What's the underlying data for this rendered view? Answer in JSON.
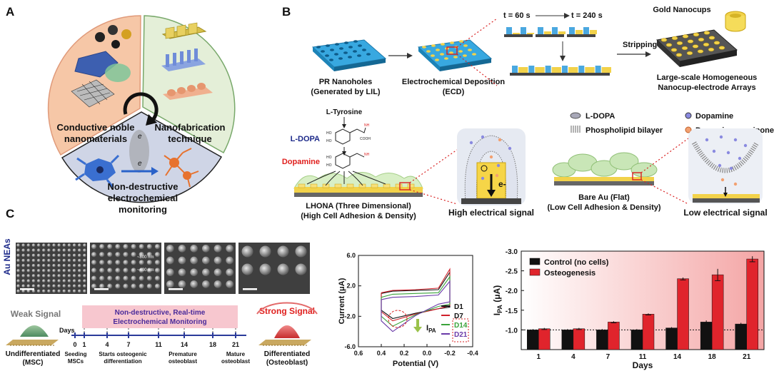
{
  "panel_letters": {
    "a": "A",
    "b": "B",
    "c": "C"
  },
  "panel_a": {
    "left_label_1": "Conductive noble",
    "left_label_2": "nanomaterials",
    "right_label_1": "Nanofabrication",
    "right_label_2": "technique",
    "bottom_label_1": "Non-destructive",
    "bottom_label_2": "electrochemical",
    "bottom_label_3": "monitoring",
    "electron_1": "e",
    "electron_2": "e",
    "colors": {
      "left_sector": "#f6c7a7",
      "right_sector": "#e4efd8",
      "bottom_sector": "#cfd5e6",
      "cell_blue": "#3a6fd0",
      "cell_orange": "#e7722e"
    }
  },
  "panel_b": {
    "pr_label_1": "PR Nanoholes",
    "pr_label_2": "(Generated by LIL)",
    "ecd_label_1": "Electrochemical Deposition",
    "ecd_label_2": "(ECD)",
    "t_start": "t = 60 s",
    "t_end": "t = 240 s",
    "stripping": "Stripping",
    "nanocups": "Gold Nanocups",
    "array_label_1": "Large-scale Homogeneous",
    "array_label_2": "Nanocup-electrode Arrays",
    "tyrosine": "L-Tyrosine",
    "ldopa": "L-DOPA",
    "dopamine": "Dopamine",
    "legend_ldopa": "L-DOPA",
    "legend_phospholipid": "Phospholipid bilayer",
    "legend_dopamine": "Dopamine",
    "legend_quinone": "Dopamine-o-quinone",
    "lhona_1": "LHONA (Three Dimensional)",
    "lhona_2": "(High Cell Adhesion & Density)",
    "high_signal": "High electrical signal",
    "electron": "e-",
    "bare_1": "Bare Au (Flat)",
    "bare_2": "(Low Cell Adhesion & Density)",
    "low_signal": "Low electrical signal",
    "chem_ho_1": "HO",
    "chem_ho_2": "HO",
    "chem_ho_3": "HO",
    "chem_ho_4": "HO",
    "chem_nh2_1": "NH",
    "chem_cooh": "COOH",
    "chem_nh2_2": "NH"
  },
  "panel_c": {
    "au_neas": "Au NEAs",
    "dim_800": "~800 nm",
    "dim_400": "~400 nm",
    "weak_signal": "Weak Signal",
    "strong_signal": "Strong Signal",
    "monitoring_1": "Non-destructive, Real-time",
    "monitoring_2": "Electrochemical Monitoring",
    "days_word": "Days",
    "timeline_days": [
      "0",
      "1",
      "4",
      "7",
      "11",
      "14",
      "18",
      "21"
    ],
    "undiff_1": "Undifferentiated",
    "undiff_2": "(MSC)",
    "seeding_1": "Seeding",
    "seeding_2": "MSCs",
    "starts_1": "Starts osteogenic",
    "starts_2": "differentiation",
    "premature_1": "Premature",
    "premature_2": "osteoblast",
    "mature_1": "Mature",
    "mature_2": "osteoblast",
    "diff_1": "Differentiated",
    "diff_2": "(Osteoblast)"
  },
  "chart_data": [
    {
      "type": "line",
      "title": "",
      "xlabel": "Potential (V)",
      "ylabel": "Current (μA)",
      "xlim": [
        0.6,
        -0.4
      ],
      "ylim": [
        -6.0,
        6.0
      ],
      "x_ticks": [
        "0.6",
        "0.4",
        "0.2",
        "0.0",
        "-0.2",
        "-0.4"
      ],
      "y_ticks": [
        "6.0",
        "2.0",
        "-2.0",
        "-6.0"
      ],
      "annotation": "I",
      "annotation_sub": "PA",
      "series": [
        {
          "name": "D1",
          "color": "#111111",
          "upper": [
            [
              0.4,
              1.0
            ],
            [
              0.3,
              1.3
            ],
            [
              0.1,
              1.4
            ],
            [
              -0.1,
              1.5
            ],
            [
              -0.2,
              3.8
            ]
          ],
          "lower": [
            [
              -0.2,
              -0.8
            ],
            [
              -0.1,
              -1.0
            ],
            [
              0.1,
              -1.6
            ],
            [
              0.3,
              -2.3
            ],
            [
              0.4,
              -1.2
            ]
          ]
        },
        {
          "name": "D7",
          "color": "#d0202a",
          "upper": [
            [
              0.4,
              1.1
            ],
            [
              0.3,
              1.4
            ],
            [
              0.1,
              1.5
            ],
            [
              -0.1,
              1.7
            ],
            [
              -0.2,
              4.2
            ]
          ],
          "lower": [
            [
              -0.2,
              -0.6
            ],
            [
              -0.1,
              -1.0
            ],
            [
              0.1,
              -1.7
            ],
            [
              0.3,
              -2.6
            ],
            [
              0.4,
              -1.4
            ]
          ]
        },
        {
          "name": "D14",
          "color": "#3aa33a",
          "upper": [
            [
              0.4,
              0.5
            ],
            [
              0.3,
              0.9
            ],
            [
              0.1,
              1.0
            ],
            [
              -0.1,
              1.1
            ],
            [
              -0.2,
              3.2
            ]
          ],
          "lower": [
            [
              -0.2,
              -0.4
            ],
            [
              -0.1,
              -0.7
            ],
            [
              0.1,
              -1.8
            ],
            [
              0.3,
              -3.3
            ],
            [
              0.4,
              -2.0
            ]
          ]
        },
        {
          "name": "D21",
          "color": "#6a3aa8",
          "upper": [
            [
              0.4,
              0.2
            ],
            [
              0.3,
              0.5
            ],
            [
              0.1,
              0.6
            ],
            [
              -0.1,
              0.8
            ],
            [
              -0.2,
              2.6
            ]
          ],
          "lower": [
            [
              -0.2,
              -0.1
            ],
            [
              -0.1,
              -0.4
            ],
            [
              0.1,
              -1.9
            ],
            [
              0.3,
              -4.0
            ],
            [
              0.4,
              -2.6
            ]
          ]
        }
      ],
      "legend_placement": "right",
      "grid": false
    },
    {
      "type": "bar",
      "title": "",
      "xlabel": "Days",
      "ylabel": "I",
      "ylabel_sub": "PA",
      "ylabel_unit": " (μA)",
      "categories": [
        "1",
        "4",
        "7",
        "11",
        "14",
        "18",
        "21"
      ],
      "ylim": [
        -0.5,
        -3.0
      ],
      "y_ticks": [
        "-3.0",
        "-2.5",
        "-2.0",
        "-1.5",
        "-1.0",
        "-0.5"
      ],
      "baseline": -0.5,
      "reference_line": -1.0,
      "series": [
        {
          "name": "Control (no cells)",
          "color": "#111111",
          "values": [
            -1.0,
            -1.0,
            -1.0,
            -1.0,
            -1.05,
            -1.2,
            -1.15
          ],
          "errors": [
            0.02,
            0.02,
            0.02,
            0.02,
            0.02,
            0.04,
            0.03
          ]
        },
        {
          "name": "Osteogenesis",
          "color": "#e0242c",
          "values": [
            -1.03,
            -1.03,
            -1.2,
            -1.4,
            -2.3,
            -2.4,
            -2.8
          ],
          "errors": [
            0.02,
            0.02,
            0.02,
            0.02,
            0.03,
            0.15,
            0.07
          ]
        }
      ],
      "legend_placement": "top-left",
      "grid": false
    }
  ]
}
